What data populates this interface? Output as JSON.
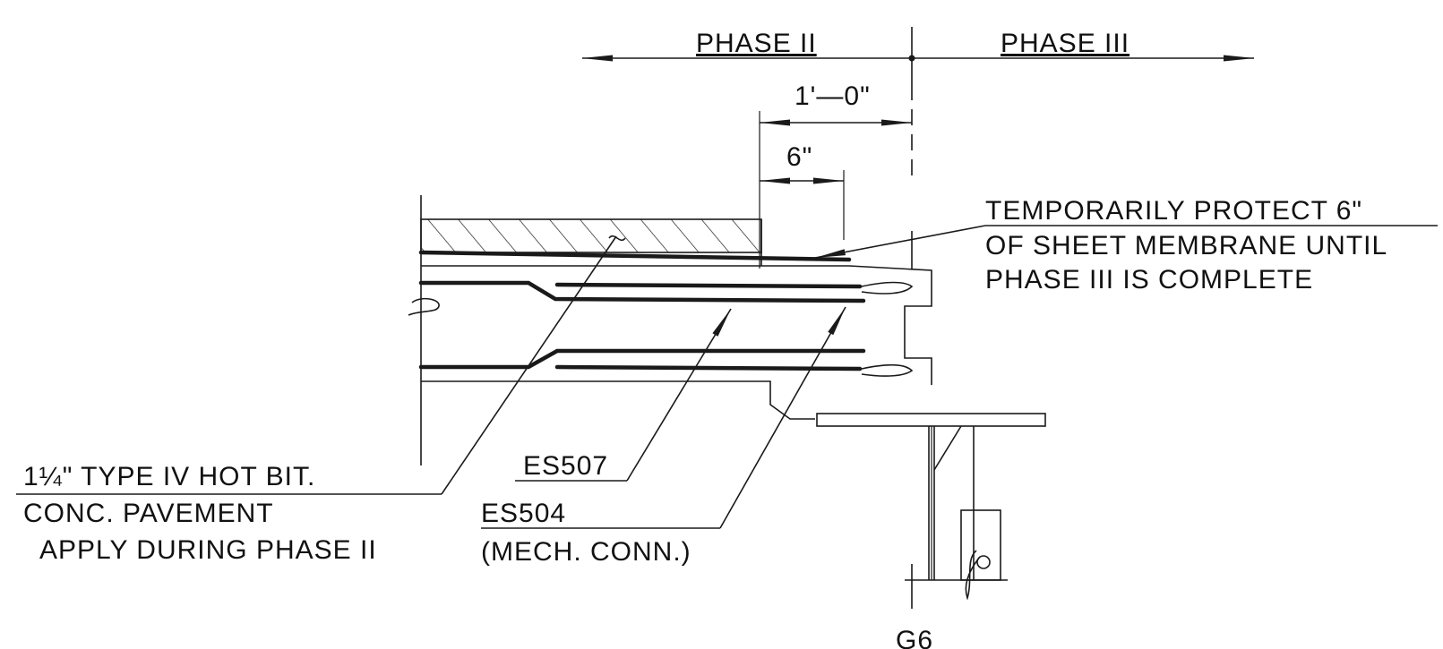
{
  "phase_left": "PHASE II",
  "phase_right": "PHASE III",
  "dim_12": "1'—0\"",
  "dim_6": "6\"",
  "note_protect": {
    "line1": "TEMPORARILY PROTECT 6\"",
    "line2": "OF SHEET MEMBRANE UNTIL",
    "line3": "PHASE III IS COMPLETE"
  },
  "note_pavement": {
    "line1": "1¼\" TYPE IV HOT BIT.",
    "line2": "CONC. PAVEMENT",
    "line3": "APPLY DURING PHASE II"
  },
  "bar_es507": "ES507",
  "bar_es504": {
    "line1": "ES504",
    "line2": "(MECH. CONN.)"
  },
  "girder_label": "G6",
  "colors": {
    "ink": "#1a1a1a",
    "background": "#ffffff"
  }
}
